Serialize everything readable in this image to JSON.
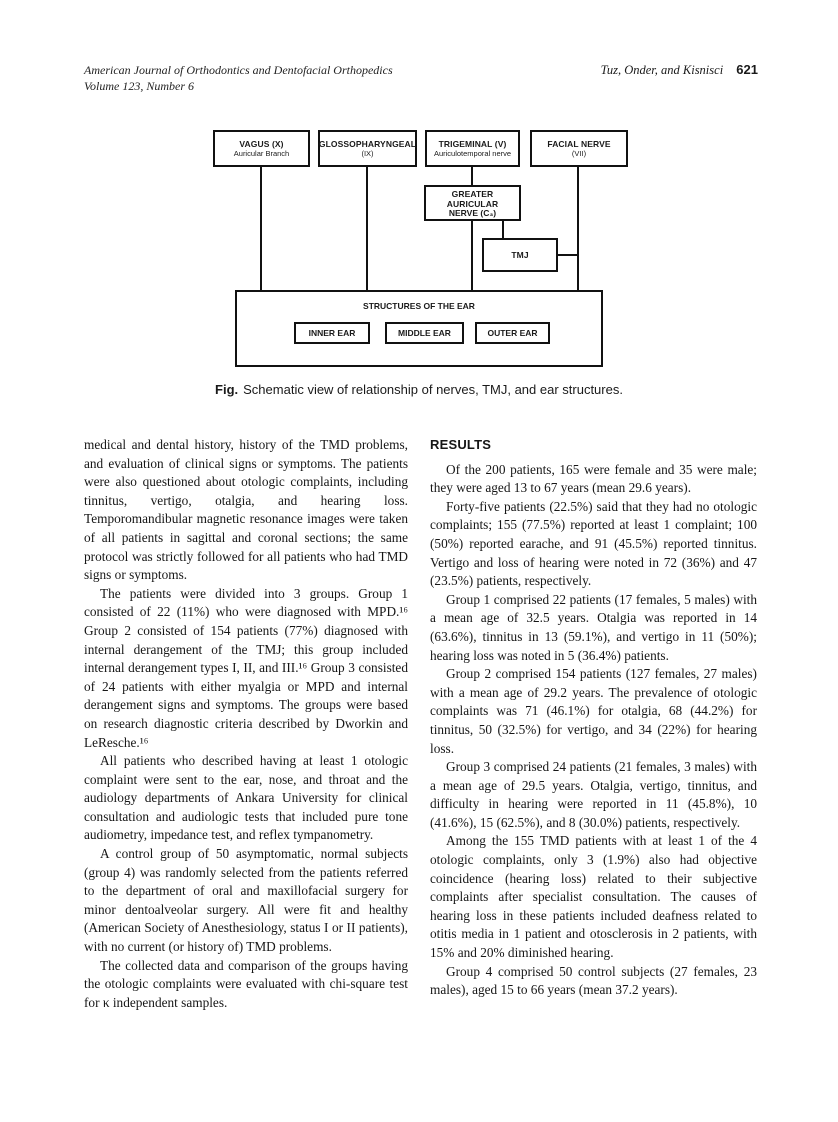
{
  "header": {
    "journal_line1": "American Journal of Orthodontics and Dentofacial Orthopedics",
    "journal_line2": "Volume 123, Number 6",
    "authors": "Tuz, Onder, and Kisnisci",
    "page_number": "621"
  },
  "figure": {
    "nodes": {
      "vagus": {
        "line1": "VAGUS (X)",
        "line2": "Auricular Branch"
      },
      "glossopharyngeal": {
        "line1": "GLOSSOPHARYNGEAL",
        "line2": "(IX)"
      },
      "trigeminal": {
        "line1": "TRIGEMINAL (V)",
        "line2": "Auriculotemporal nerve"
      },
      "facial": {
        "line1": "FACIAL NERVE",
        "line2": "(VII)"
      },
      "greater_auricular": {
        "line1": "GREATER AURICULAR",
        "line2": "NERVE (C₃)"
      },
      "tmj": {
        "line1": "TMJ"
      },
      "structures_label": "STRUCTURES OF THE EAR",
      "inner_ear": "INNER EAR",
      "middle_ear": "MIDDLE EAR",
      "outer_ear": "OUTER EAR"
    },
    "caption_label": "Fig.",
    "caption_text": "Schematic view of relationship of nerves, TMJ, and ear structures."
  },
  "left_column": {
    "paragraphs": [
      "medical and dental history, history of the TMD problems, and evaluation of clinical signs or symptoms. The patients were also questioned about otologic complaints, including tinnitus, vertigo, otalgia, and hearing loss. Temporomandibular magnetic resonance images were taken of all patients in sagittal and coronal sections; the same protocol was strictly followed for all patients who had TMD signs or symptoms.",
      "The patients were divided into 3 groups. Group 1 consisted of 22 (11%) who were diagnosed with MPD.¹⁶ Group 2 consisted of 154 patients (77%) diagnosed with internal derangement of the TMJ; this group included internal derangement types I, II, and III.¹⁶ Group 3 consisted of 24 patients with either myalgia or MPD and internal derangement signs and symptoms. The groups were based on research diagnostic criteria described by Dworkin and LeResche.¹⁶",
      "All patients who described having at least 1 otologic complaint were sent to the ear, nose, and throat and the audiology departments of Ankara University for clinical consultation and audiologic tests that included pure tone audiometry, impedance test, and reflex tympanometry.",
      "A control group of 50 asymptomatic, normal subjects (group 4) was randomly selected from the patients referred to the department of oral and maxillofacial surgery for minor dentoalveolar surgery. All were fit and healthy (American Society of Anesthesiology, status I or II patients), with no current (or history of) TMD problems.",
      "The collected data and comparison of the groups having the otologic complaints were evaluated with chi-square test for κ independent samples."
    ]
  },
  "right_column": {
    "heading": "RESULTS",
    "paragraphs": [
      "Of the 200 patients, 165 were female and 35 were male; they were aged 13 to 67 years (mean 29.6 years).",
      "Forty-five patients (22.5%) said that they had no otologic complaints; 155 (77.5%) reported at least 1 complaint; 100 (50%) reported earache, and 91 (45.5%) reported tinnitus. Vertigo and loss of hearing were noted in 72 (36%) and 47 (23.5%) patients, respectively.",
      "Group 1 comprised 22 patients (17 females, 5 males) with a mean age of 32.5 years. Otalgia was reported in 14 (63.6%), tinnitus in 13 (59.1%), and vertigo in 11 (50%); hearing loss was noted in 5 (36.4%) patients.",
      "Group 2 comprised 154 patients (127 females, 27 males) with a mean age of 29.2 years. The prevalence of otologic complaints was 71 (46.1%) for otalgia, 68 (44.2%) for tinnitus, 50 (32.5%) for vertigo, and 34 (22%) for hearing loss.",
      "Group 3 comprised 24 patients (21 females, 3 males) with a mean age of 29.5 years. Otalgia, vertigo, tinnitus, and difficulty in hearing were reported in 11 (45.8%), 10 (41.6%), 15 (62.5%), and 8 (30.0%) patients, respectively.",
      "Among the 155 TMD patients with at least 1 of the 4 otologic complaints, only 3 (1.9%) also had objective coincidence (hearing loss) related to their subjective complaints after specialist consultation. The causes of hearing loss in these patients included deafness related to otitis media in 1 patient and otosclerosis in 2 patients, with 15% and 20% diminished hearing.",
      "Group 4 comprised 50 control subjects (27 females, 23 males), aged 15 to 66 years (mean 37.2 years)."
    ]
  }
}
